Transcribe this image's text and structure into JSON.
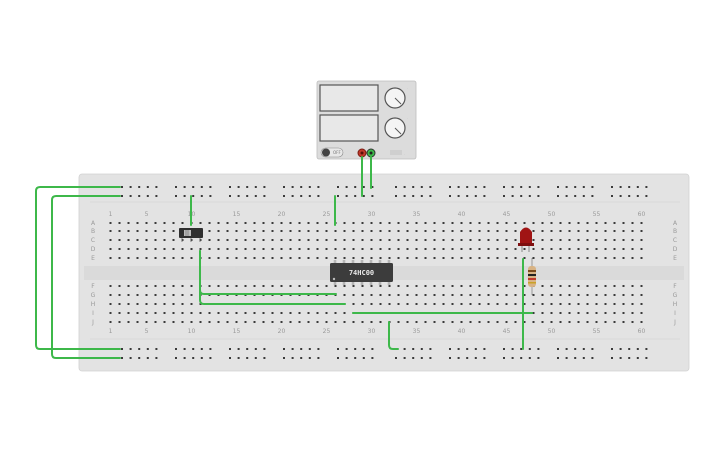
{
  "power_supply": {
    "off_label": "OFF"
  },
  "chip": {
    "label": "74HC00"
  },
  "breadboard": {
    "column_numbers": [
      "1",
      "5",
      "10",
      "15",
      "20",
      "25",
      "30",
      "35",
      "40",
      "45",
      "50",
      "55",
      "60"
    ],
    "row_letters_top": [
      "A",
      "B",
      "C",
      "D",
      "E"
    ],
    "row_letters_bottom": [
      "F",
      "G",
      "H",
      "I",
      "J"
    ]
  },
  "colors": {
    "board": "#e3e3e3",
    "hole": "#3a3a3a",
    "wire": "#3db84a",
    "chip": "#3c3c3c",
    "led": "#a01414",
    "supply_body": "#dcdcdc"
  },
  "icons": {
    "switch": "slide-switch-icon",
    "led": "led-icon",
    "resistor": "resistor-icon",
    "probe_red": "red-terminal-icon",
    "probe_black": "black-terminal-icon"
  }
}
